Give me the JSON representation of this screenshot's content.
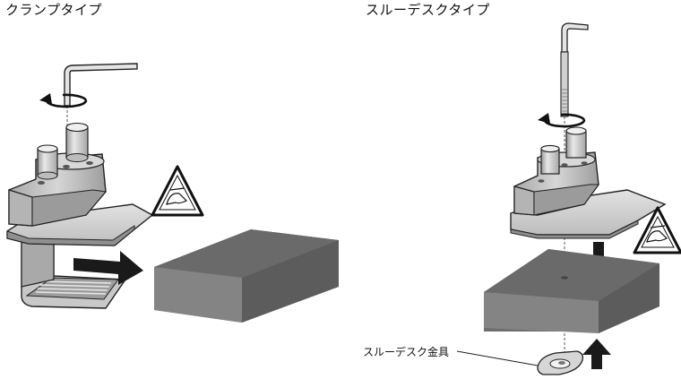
{
  "panels": {
    "clamp": {
      "title": "クランプタイプ"
    },
    "through_desk": {
      "title": "スルーデスクタイプ",
      "part_label": "スルーデスク金具"
    }
  },
  "icons": {
    "warning_pinch": "hand-pinch-warning-icon",
    "rotate": "rotate-arrow-icon",
    "hex_key": "hex-key-icon",
    "push_arrow": "bold-arrow-icon"
  },
  "colors": {
    "desk_top": "#6e6e6e",
    "desk_front": "#828282",
    "desk_side": "#5e5e5e",
    "mount_light": "#e6e6e6",
    "mount_mid": "#c4c4c4",
    "mount_dark": "#8c8c8c",
    "arrow": "#1a1a1a"
  }
}
